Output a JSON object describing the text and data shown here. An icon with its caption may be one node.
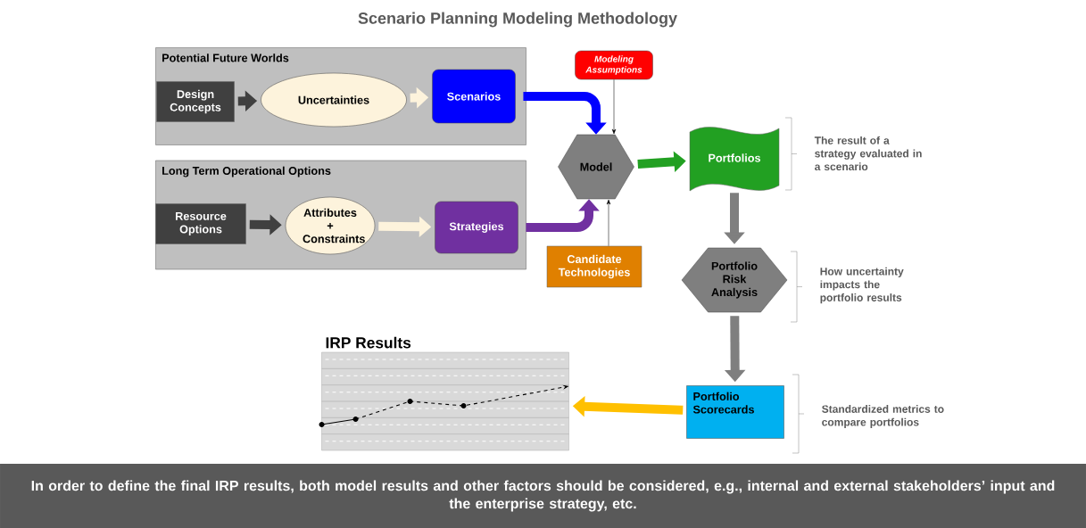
{
  "diagram": {
    "title": "Scenario Planning Modeling Methodology",
    "caption": "In order to define the final IRP results, both model results and other factors should be considered, e.g., internal and external stakeholders’ input and the enterprise strategy, etc.",
    "nodes": [
      {
        "text": [
          "Potential Future Worlds"
        ]
      },
      {
        "text": [
          "Design Concepts"
        ],
        "in": 0
      },
      {
        "text": [
          "Uncertainties"
        ],
        "in": 0
      },
      {
        "text": [
          "Scenarios"
        ],
        "in": 0
      },
      {
        "text": [
          "Long Term Operational Options"
        ]
      },
      {
        "text": [
          "Resource Options"
        ],
        "in": 4
      },
      {
        "text": [
          "Attributes + Constraints"
        ],
        "in": 4
      },
      {
        "text": [
          "Strategies"
        ],
        "in": 4
      },
      {
        "text": [
          "Modeling Assumptions"
        ]
      },
      {
        "text": [
          "Model"
        ]
      },
      {
        "text": [
          "Candidate Technologies"
        ]
      },
      {
        "text": [
          "Portfolios"
        ],
        "beside": [
          "The result of a strategy evaluated in a scenario"
        ]
      },
      {
        "text": [
          "Portfolio Risk Analysis"
        ],
        "beside": [
          "How uncertainty impacts the portfolio results"
        ]
      },
      {
        "text": [
          "Portfolio Scorecards"
        ],
        "beside": [
          "Standardized metrics to compare portfolios"
        ]
      },
      {
        "text": [
          "IRP Results"
        ]
      }
    ],
    "edges": [
      {
        "from": 1,
        "to": 2,
        "arrow": "to",
        "color": "#404040"
      },
      {
        "from": 2,
        "to": 3,
        "arrow": "to",
        "color": "#fdf3dc"
      },
      {
        "from": 5,
        "to": 6,
        "arrow": "to",
        "color": "#404040"
      },
      {
        "from": 6,
        "to": 7,
        "arrow": "to",
        "color": "#fdf3dc"
      },
      {
        "from": 3,
        "to": 9,
        "arrow": "to",
        "color": "#0000ff"
      },
      {
        "from": 7,
        "to": 9,
        "arrow": "to",
        "color": "#7030a0"
      },
      {
        "from": 8,
        "to": 9,
        "arrow": "to"
      },
      {
        "from": 10,
        "to": 9,
        "arrow": "to"
      },
      {
        "from": 9,
        "to": 11,
        "arrow": "to",
        "color": "#22a022"
      },
      {
        "from": 11,
        "to": 12,
        "arrow": "to",
        "color": "#7f7f7f"
      },
      {
        "from": 12,
        "to": 13,
        "arrow": "to",
        "color": "#7f7f7f"
      },
      {
        "from": 13,
        "to": 14,
        "arrow": "to",
        "color": "#ffc000"
      }
    ]
  }
}
